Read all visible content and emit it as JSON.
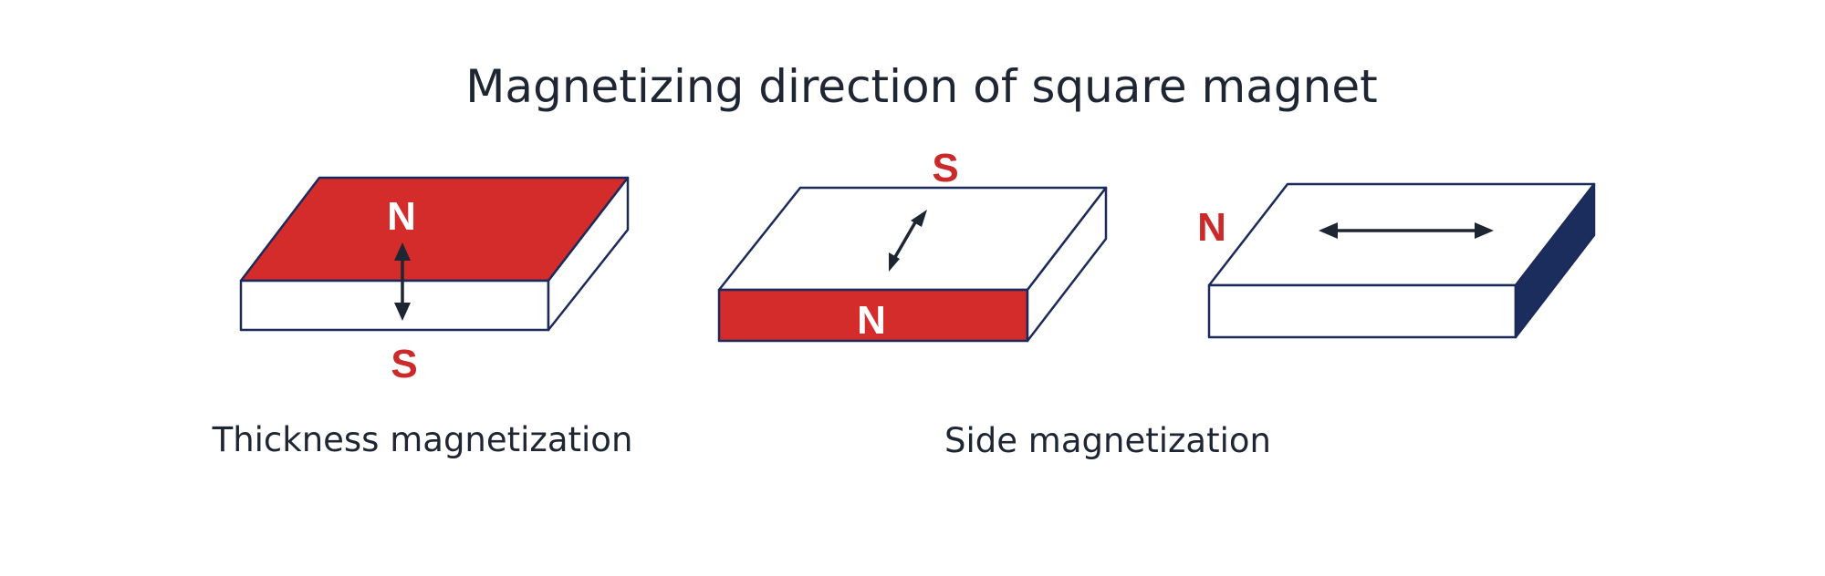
{
  "title": "Magnetizing direction of square magnet",
  "captions": {
    "thickness": "Thickness magnetization",
    "side": "Side magnetization"
  },
  "magnets": [
    {
      "label": "thickness",
      "top_pole": "N",
      "bottom_pole": "S",
      "colored_face": "top",
      "arrow": "vertical"
    },
    {
      "label": "side-front-back",
      "top_pole": "S",
      "bottom_pole": "N",
      "colored_face": "front",
      "arrow": "diagonal"
    },
    {
      "label": "side-left-right",
      "left_pole": "N",
      "colored_face": "right",
      "arrow": "horizontal"
    }
  ],
  "colors": {
    "north_red": "#d42b2b",
    "side_navy": "#1b2d5c",
    "edge": "#1b2a5a",
    "text": "#1f2633",
    "white": "#ffffff"
  },
  "icons": [
    "double-headed-arrow-icon"
  ]
}
